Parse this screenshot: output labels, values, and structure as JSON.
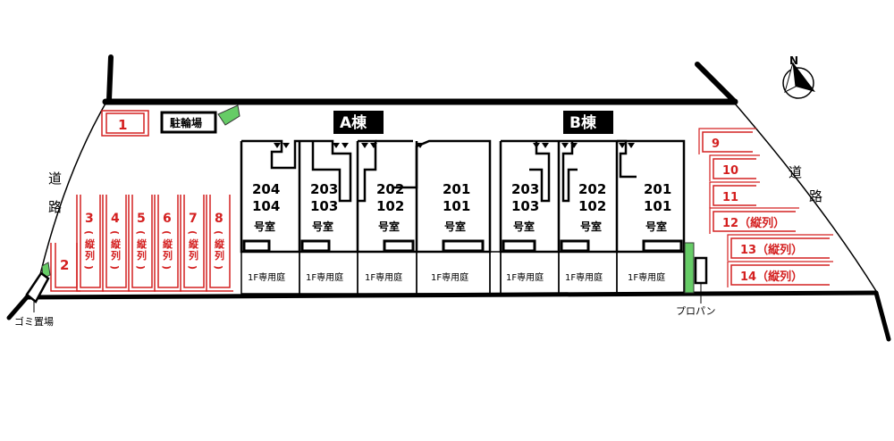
{
  "compass": {
    "north_label": "N"
  },
  "roads": {
    "left": [
      "道",
      "路"
    ],
    "right": [
      "道",
      "路"
    ]
  },
  "bike_parking": "駐輪場",
  "garbage": "ゴミ置場",
  "propane": "プロパン",
  "building_a": {
    "name": "A棟",
    "units": [
      {
        "top": "204",
        "bottom": "104",
        "suffix": "号室"
      },
      {
        "top": "203",
        "bottom": "103",
        "suffix": "号室"
      },
      {
        "top": "202",
        "bottom": "102",
        "suffix": "号室"
      },
      {
        "top": "201",
        "bottom": "101",
        "suffix": "号室"
      }
    ]
  },
  "building_b": {
    "name": "B棟",
    "units": [
      {
        "top": "203",
        "bottom": "103",
        "suffix": "号室"
      },
      {
        "top": "202",
        "bottom": "102",
        "suffix": "号室"
      },
      {
        "top": "201",
        "bottom": "101",
        "suffix": "号室"
      }
    ]
  },
  "garden_label": "1F専用庭",
  "parking": {
    "spot_1": "1",
    "spot_2": "2",
    "vertical": [
      "3",
      "4",
      "5",
      "6",
      "7",
      "8"
    ],
    "vertical_note": "(縦列)",
    "right": [
      "9",
      "10",
      "11",
      "12（縦列）",
      "13（縦列）",
      "14（縦列）"
    ]
  },
  "colors": {
    "parking": "#d42020",
    "green": "#66cc66",
    "line": "#000000"
  }
}
